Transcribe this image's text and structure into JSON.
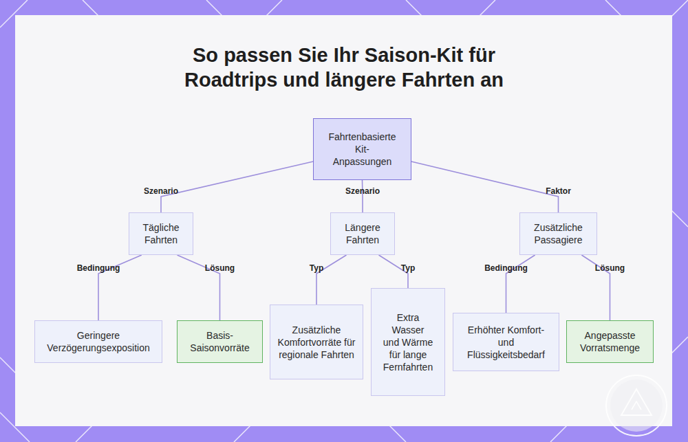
{
  "diagram": {
    "title": "So passen Sie Ihr Saison-Kit für Roadtrips und längere Fahrten an",
    "nodes": [
      {
        "text": [
          "Fahrtenbasierte Kit-Anpassungen"
        ]
      },
      {
        "text": [
          "Tägliche Fahrten"
        ]
      },
      {
        "text": [
          "Längere Fahrten"
        ]
      },
      {
        "text": [
          "Zusätzliche Passagiere"
        ]
      },
      {
        "text": [
          "Geringere Verzögerungsexposition"
        ]
      },
      {
        "text": [
          "Basis-Saisonvorräte"
        ]
      },
      {
        "text": [
          "Zusätzliche Komfortvorräte für regionale Fahrten"
        ]
      },
      {
        "text": [
          "Extra Wasser und Wärme für lange Fernfahrten"
        ]
      },
      {
        "text": [
          "Erhöhter Komfort- und Flüssigkeitsbedarf"
        ]
      },
      {
        "text": [
          "Angepasste Vorratsmenge"
        ]
      }
    ],
    "edges": [
      {
        "from": 0,
        "to": 1,
        "label": "Szenario",
        "arrow": "none"
      },
      {
        "from": 0,
        "to": 2,
        "label": "Szenario",
        "arrow": "none"
      },
      {
        "from": 0,
        "to": 3,
        "label": "Faktor",
        "arrow": "none"
      },
      {
        "from": 1,
        "to": 4,
        "label": "Bedingung",
        "arrow": "none"
      },
      {
        "from": 1,
        "to": 5,
        "label": "Lösung",
        "arrow": "none"
      },
      {
        "from": 2,
        "to": 6,
        "label": "Typ",
        "arrow": "none"
      },
      {
        "from": 2,
        "to": 7,
        "label": "Typ",
        "arrow": "none"
      },
      {
        "from": 3,
        "to": 8,
        "label": "Bedingung",
        "arrow": "none"
      },
      {
        "from": 3,
        "to": 9,
        "label": "Lösung",
        "arrow": "none"
      }
    ]
  }
}
